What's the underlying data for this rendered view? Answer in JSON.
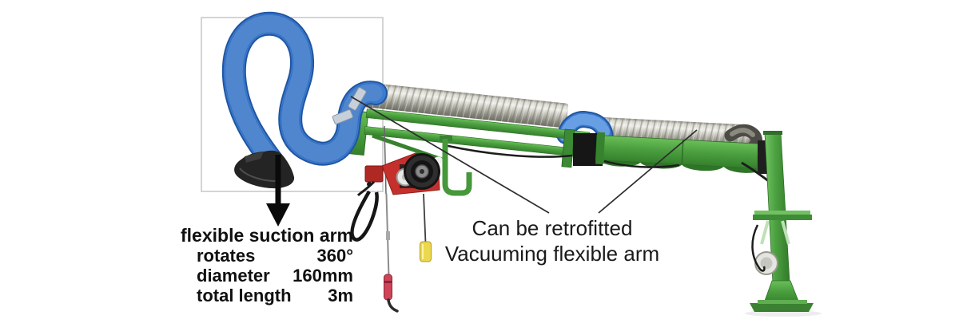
{
  "figure": {
    "description": "Annotated product photo of a wall-mounted vacuuming flexible extraction arm with a flexible blue suction hose, spiral metal duct boom, wire-feeder hoist and green support post"
  },
  "spec": {
    "title": "flexible suction arm",
    "rows": [
      {
        "label": "rotates",
        "value": "360°"
      },
      {
        "label": "diameter",
        "value": "160mm"
      },
      {
        "label": "total length",
        "value": "3m"
      }
    ]
  },
  "callout": {
    "line1": "Can be retrofitted",
    "line2": "Vacuuming flexible arm"
  },
  "colors": {
    "hose_blue": "#3b7bd0",
    "arm_green": "#4ca040",
    "duct_silver": "#c6c6be",
    "hoist_red": "#c5302c",
    "spool_black": "#141414",
    "handle_yellow": "#ecd84e",
    "torch_red": "#cf4458",
    "hood_black": "#242424",
    "highlight_box_gray": "#c6c6c6",
    "background": "#ffffff"
  }
}
